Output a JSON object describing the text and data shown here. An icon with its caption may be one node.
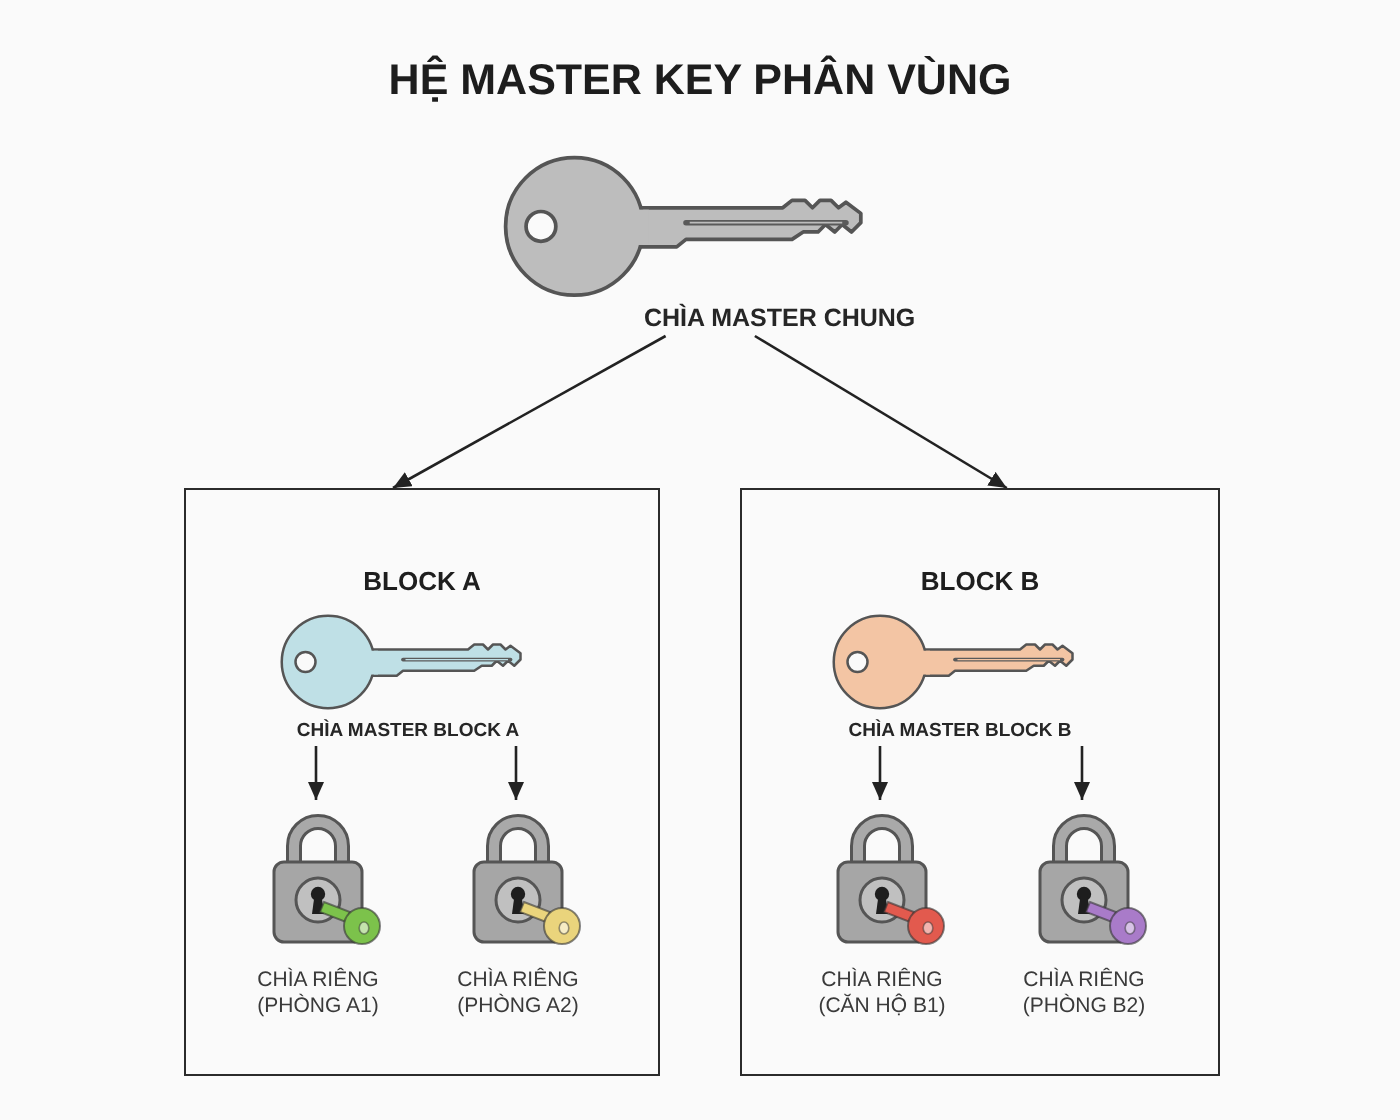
{
  "diagram": {
    "title": "HỆ MASTER KEY PHÂN VÙNG",
    "nodes": [
      {
        "text": [
          "CHÌA MASTER CHUNG"
        ]
      },
      {
        "text": [
          "BLOCK A"
        ]
      },
      {
        "text": [
          "CHÌA MASTER BLOCK A"
        ],
        "in": 1
      },
      {
        "text": [
          "CHÌA RIÊNG (PHÒNG A1)"
        ],
        "in": 1
      },
      {
        "text": [
          "CHÌA RIÊNG (PHÒNG A2)"
        ],
        "in": 1
      },
      {
        "text": [
          "BLOCK B"
        ]
      },
      {
        "text": [
          "CHÌA MASTER BLOCK B"
        ],
        "in": 5
      },
      {
        "text": [
          "CHÌA RIÊNG (CĂN HỘ B1)"
        ],
        "in": 5
      },
      {
        "text": [
          "CHÌA RIÊNG (PHÒNG B2)"
        ],
        "in": 5
      }
    ],
    "edges": [
      {
        "from": 0,
        "to": 1,
        "arrow": "to"
      },
      {
        "from": 0,
        "to": 5,
        "arrow": "to"
      },
      {
        "from": 2,
        "to": 3,
        "arrow": "to"
      },
      {
        "from": 2,
        "to": 4,
        "arrow": "to"
      },
      {
        "from": 6,
        "to": 7,
        "arrow": "to"
      },
      {
        "from": 6,
        "to": 8,
        "arrow": "to"
      }
    ]
  }
}
